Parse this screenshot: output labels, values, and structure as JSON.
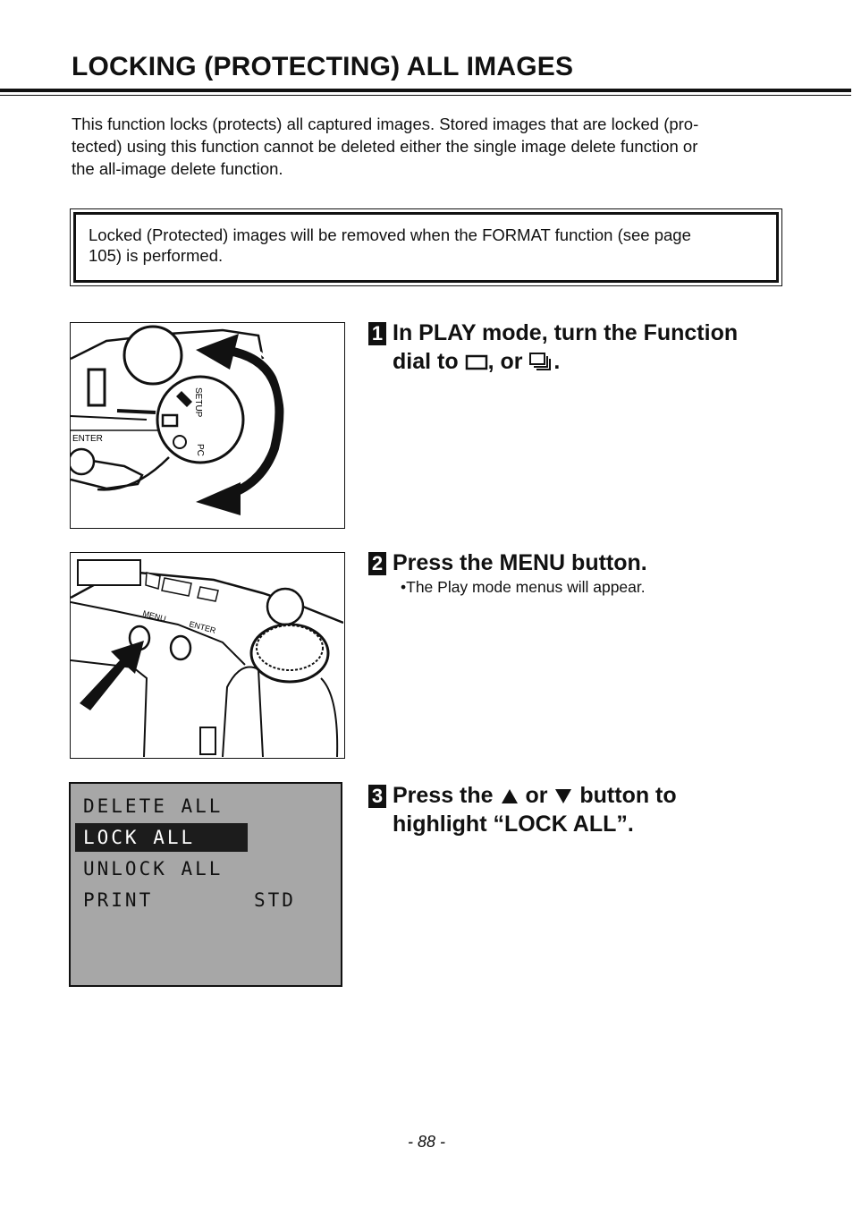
{
  "title": "LOCKING (PROTECTING) ALL IMAGES",
  "intro": "This function locks (protects) all captured images. Stored images that are locked (pro-tected) using this function cannot be deleted either the single image delete function or the all-image delete function.",
  "intro_lines": [
    "This function locks (protects) all captured images. Stored images that are locked (pro-",
    "tected) using this function cannot be deleted either the single image delete function or",
    "the all-image delete function."
  ],
  "note_lines": [
    "Locked (Protected) images will be removed when the FORMAT function (see page",
    "105) is performed."
  ],
  "figure1": {
    "labels": {
      "setup": "SETUP",
      "pc": "PC",
      "enter": "ENTER"
    }
  },
  "figure2": {
    "labels": {
      "menu": "MENU",
      "enter": "ENTER"
    }
  },
  "lcd_menu": {
    "items": [
      {
        "label": "DELETE ALL",
        "value": ""
      },
      {
        "label": "LOCK ALL",
        "value": ""
      },
      {
        "label": "UNLOCK ALL",
        "value": ""
      },
      {
        "label": "PRINT",
        "value": "STD"
      }
    ],
    "highlighted_index": 1
  },
  "steps": [
    {
      "number": "1",
      "line1": "In PLAY mode, turn the Function",
      "line2_prefix": "dial to",
      "line2_mid": ", or",
      "line2_end": "."
    },
    {
      "number": "2",
      "text": "Press the MENU button.",
      "sub": "•The Play mode menus will appear."
    },
    {
      "number": "3",
      "line1_a": "Press the",
      "line1_b": "or",
      "line1_c": "button to",
      "line2": "highlight “LOCK ALL”."
    }
  ],
  "page_number": "- 88 -",
  "icons": [
    "single-frame-icon",
    "multi-frame-icon",
    "up-triangle-icon",
    "down-triangle-icon",
    "setup-icon",
    "pc-icon"
  ]
}
